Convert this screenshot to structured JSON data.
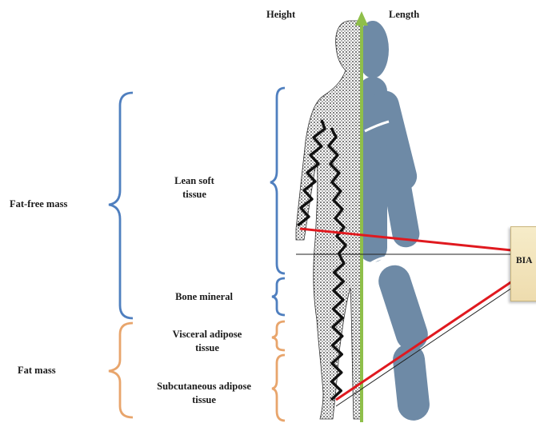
{
  "header": {
    "height_label": "Height",
    "length_label": "Length"
  },
  "left_groups": {
    "fat_free_mass": "Fat-free mass",
    "fat_mass": "Fat mass"
  },
  "compartments": {
    "lean_soft_tissue": [
      "Lean soft",
      "tissue"
    ],
    "bone_mineral": "Bone mineral",
    "visceral_adipose_tissue": [
      "Visceral adipose",
      "tissue"
    ],
    "subcutaneous_adipose_tissue": [
      "Subcutaneous adipose",
      "tissue"
    ]
  },
  "device": {
    "label": "BIA"
  },
  "colors": {
    "bracket_fat_free": "#4f7fbf",
    "bracket_fat": "#e8a56c",
    "segment_figure": "#6e8aa6",
    "axis_line": "#8fbf4a",
    "electrode_line": "#e0191f",
    "thin_line": "#222222",
    "current_path": "#111111"
  },
  "icons": {
    "human_figure": "stippled-human-silhouette-icon",
    "segmental_figure": "segmental-body-cylinders-icon"
  }
}
